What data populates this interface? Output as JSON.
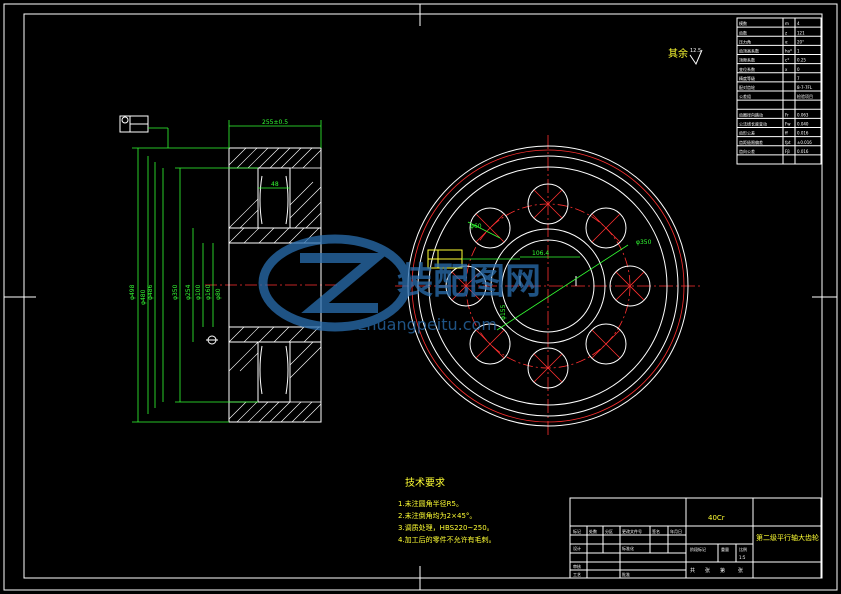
{
  "roughness": {
    "label": "其余",
    "value": "12.5"
  },
  "section_view": {
    "top_dim": "255±0.5",
    "inner_dim": "48",
    "diameters_left": [
      "φ498",
      "φ480",
      "φ486",
      "φ350"
    ],
    "diameters_mid": [
      "φ254",
      "φ100"
    ],
    "diameters_right": [
      "φ160",
      "φ80"
    ]
  },
  "front_view": {
    "hole_dia": "φ60",
    "pitch_dia": "φ350",
    "keyway_dim": "106.4",
    "hub_label": "φ155"
  },
  "tech_requirements": {
    "title": "技术要求",
    "items": [
      "1.未注圆角半径R5。",
      "2.未注倒角均为2×45°。",
      "3.调质处理，HBS220~250。",
      "4.加工后的零件不允许有毛刺。"
    ]
  },
  "title_block": {
    "material": "40Cr",
    "part_name": "第二级平行轴大齿轮",
    "small_labels": [
      "标记",
      "处数",
      "分区",
      "更改文件号",
      "签名",
      "年月日",
      "设计",
      "标准化",
      "审核",
      "工艺",
      "阶段标记",
      "重量",
      "比例",
      "批准",
      "共",
      "张",
      "第",
      "张",
      "1:5"
    ]
  },
  "gear_table": {
    "rows": [
      [
        "模数",
        "m",
        "4"
      ],
      [
        "齿数",
        "z",
        "121"
      ],
      [
        "压力角",
        "α",
        "20°"
      ],
      [
        "齿顶高系数",
        "ha*",
        "1"
      ],
      [
        "顶隙系数",
        "c*",
        "0.25"
      ],
      [
        "变位系数",
        "x",
        "0"
      ],
      [
        "精度等级",
        "",
        "7"
      ],
      [
        "配对齿轮",
        "",
        "8-7-7FL"
      ],
      [
        "公差组",
        "",
        "检验项目"
      ],
      [
        "",
        "",
        ""
      ],
      [
        "齿圈径向跳动",
        "Fr",
        "0.063"
      ],
      [
        "公法线长度变动",
        "Fw",
        "0.040"
      ],
      [
        "齿形公差",
        "ff",
        "0.016"
      ],
      [
        "齿距极限偏差",
        "fpt",
        "±0.016"
      ],
      [
        "齿向公差",
        "Fβ",
        "0.016"
      ],
      [
        "",
        "",
        ""
      ]
    ]
  },
  "watermark": {
    "cn": "装配图网",
    "en": "zhuangpeitu.com"
  },
  "colors": {
    "background": "#000000",
    "frame": "#ffffff",
    "dimension": "#33ff33",
    "centerline": "#ff3030",
    "text": "#ffff33",
    "watermark": "#2a6fb0"
  }
}
